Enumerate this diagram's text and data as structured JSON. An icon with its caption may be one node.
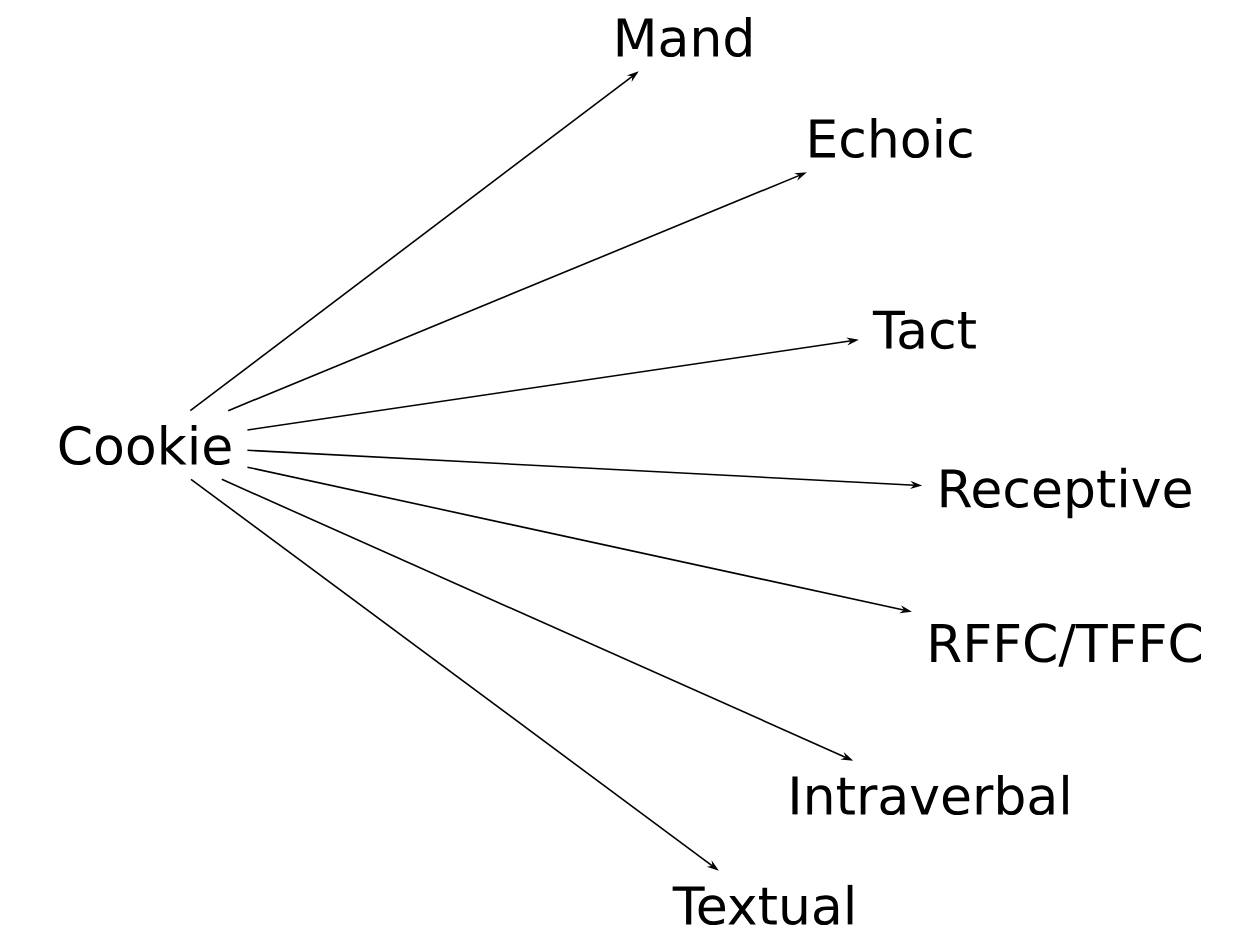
{
  "diagram": {
    "nodes": [
      {
        "text": [
          "Cookie"
        ]
      },
      {
        "text": [
          "Mand"
        ]
      },
      {
        "text": [
          "Echoic"
        ]
      },
      {
        "text": [
          "Tact"
        ]
      },
      {
        "text": [
          "Receptive"
        ]
      },
      {
        "text": [
          "RFFC/TFFC"
        ]
      },
      {
        "text": [
          "Intraverbal"
        ]
      },
      {
        "text": [
          "Textual"
        ]
      }
    ],
    "edges": [
      {
        "from": 0,
        "to": 1,
        "arrow": "to"
      },
      {
        "from": 0,
        "to": 2,
        "arrow": "to"
      },
      {
        "from": 0,
        "to": 3,
        "arrow": "to"
      },
      {
        "from": 0,
        "to": 4,
        "arrow": "to"
      },
      {
        "from": 0,
        "to": 5,
        "arrow": "to"
      },
      {
        "from": 0,
        "to": 6,
        "arrow": "to"
      },
      {
        "from": 0,
        "to": 7,
        "arrow": "to"
      }
    ]
  }
}
